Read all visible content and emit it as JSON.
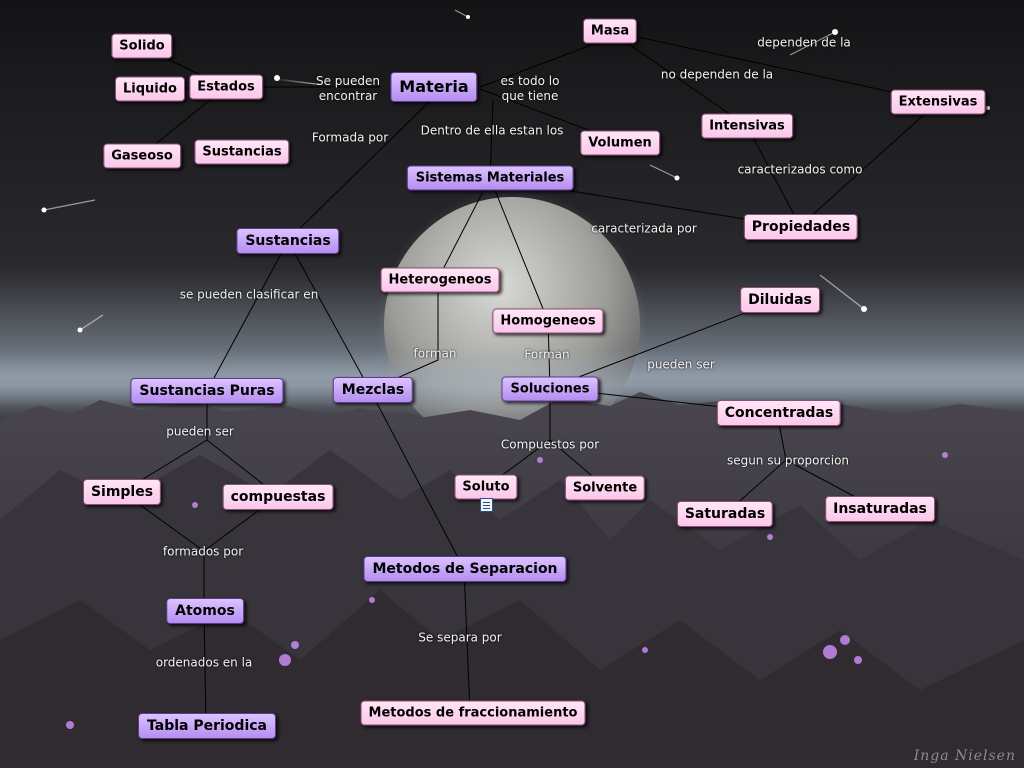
{
  "nodes": {
    "materia": "Materia",
    "masa": "Masa",
    "solido": "Solido",
    "liquido": "Liquido",
    "estados": "Estados",
    "gaseoso": "Gaseoso",
    "sustancias_estado": "Sustancias",
    "volumen": "Volumen",
    "intensivas": "Intensivas",
    "extensivas": "Extensivas",
    "sistemas_materiales": "Sistemas Materiales",
    "propiedades": "Propiedades",
    "sustancias": "Sustancias",
    "heterogeneos": "Heterogeneos",
    "homogeneos": "Homogeneos",
    "diluidas": "Diluidas",
    "sustancias_puras": "Sustancias Puras",
    "mezclas": "Mezclas",
    "soluciones": "Soluciones",
    "concentradas": "Concentradas",
    "simples": "Simples",
    "compuestas": "compuestas",
    "soluto": "Soluto",
    "solvente": "Solvente",
    "saturadas": "Saturadas",
    "insaturadas": "Insaturadas",
    "metodos_separacion": "Metodos de Separacion",
    "atomos": "Atomos",
    "tabla_periodica": "Tabla Periodica",
    "metodos_fraccionamiento": "Metodos de fraccionamiento"
  },
  "labels": {
    "se_pueden_encontrar": "Se pueden\nencontrar",
    "es_todo_lo_que_tiene": "es todo lo\nque tiene",
    "dependen_de_la": "dependen de la",
    "no_dependen_de_la": "no dependen de la",
    "formada_por": "Formada por",
    "dentro_de_ella": "Dentro de ella estan los",
    "caracterizados_como": "caracterizados como",
    "caracterizada_por": "caracterizada por",
    "se_pueden_clasificar_en": "se pueden clasificar en",
    "forman_lower": "forman",
    "forman_upper": "Forman",
    "pueden_ser_soluciones": "pueden ser",
    "pueden_ser_puras": "pueden ser",
    "compuestos_por": "Compuestos por",
    "segun_su_proporcion": "segun su proporcion",
    "formados_por": "formados por",
    "se_separa_por": "Se separa por",
    "ordenados_en_la": "ordenados en la"
  },
  "watermark": "Inga Nielsen",
  "colors": {
    "concept_fill": "#fbc7ea",
    "key_concept_fill": "#b48ef0",
    "link_line": "#000000",
    "link_text": "#f2f2f2"
  }
}
